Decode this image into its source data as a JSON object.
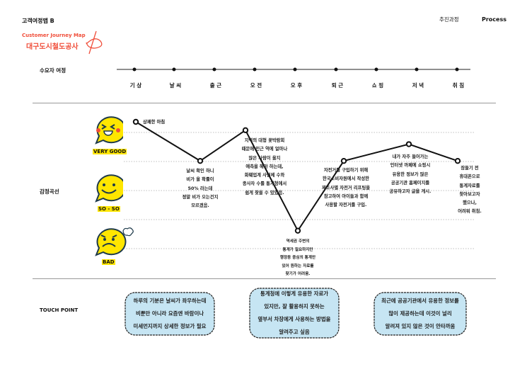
{
  "header": {
    "map_title": "고객여정맵 B",
    "subtitle": "Customer Journey Map",
    "org": "대구도시철도공사",
    "nav_label": "추진과정",
    "nav_section": "Process"
  },
  "journey": {
    "row_label": "수요자 여정",
    "stages": [
      "기 상",
      "날 씨",
      "출 근",
      "오 전",
      "오 후",
      "퇴 근",
      "쇼 핑",
      "저 녁",
      "취 침"
    ]
  },
  "emotion": {
    "row_label": "감정곡선",
    "levels": [
      {
        "label": "VERY GOOD",
        "icon": "laughing-face-icon"
      },
      {
        "label": "SO - SO",
        "icon": "smiling-face-icon"
      },
      {
        "label": "BAD",
        "icon": "angry-face-icon"
      }
    ],
    "points_score": [
      5,
      3.6,
      4.7,
      1.1,
      3.6,
      4.2,
      3.6
    ],
    "notes": [
      [
        "상쾌한 아침"
      ],
      [
        "날씨 확인 하니",
        "비가 올 확률이",
        "50% 라는데",
        "정말 비가 오는건지",
        "모르겠음."
      ],
      [
        "지역의 대형 꽃박람회",
        "때문에 인근 역에 얼마나",
        "많은 사람이 올지",
        "예측을 해야 하는데,",
        "화훼업계 사업체 수와",
        "종사자 수를 통계청에서",
        "쉽게 찾을 수 있었음."
      ],
      [
        "역세권 주변의",
        "통계가 필요하지만",
        "행정동 중심의 통계만",
        "있어 원하는 자료를",
        "찾기가 어려움."
      ],
      [
        "자전거를 구입하기 위해",
        "한국소비자원에서 작성한",
        "제조사별 자전거 리프팅을",
        "참고하여 아이들과 함께",
        "사용할 자전거를 구입."
      ],
      [
        "내가 자주 들어가는",
        "인터넷 까페에 쇼핑시",
        "유용한 정보가 많은",
        "공공기관 홈페이지를",
        "공유하고자 글을 게시."
      ],
      [
        "잠들기 전",
        "휴대폰으로",
        "통계자료를",
        "찾아보고자",
        "했으나,",
        "어려워 취침."
      ]
    ]
  },
  "touch": {
    "row_label": "TOUCH POINT",
    "points": [
      [
        "하루의 기분은 날씨가 좌우하는데",
        "비뿐만 아니라 요즘엔 바람이나",
        "미세먼지까지 상세한 정보가 필요"
      ],
      [
        "통계청에 이렇게 유용한 자료가",
        "있지만, 잘 활용하지 못하는",
        "옆부서 차장에게 사용하는 방법을",
        "알려주고 싶음"
      ],
      [
        "최근에 공공기관에서 유용한 정보를",
        "많이 제공하는데 이것이 널리",
        "알려져 있지 않은 것이 안타까움"
      ]
    ]
  },
  "colors": {
    "accent": "#f04e3a",
    "face": "#ffe600",
    "cloud": "#c6e5f3"
  }
}
